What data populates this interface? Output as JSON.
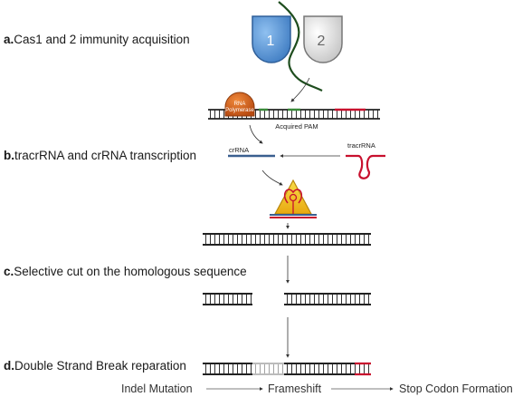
{
  "steps": [
    {
      "letter": "a.",
      "text": "Cas1 and 2 immunity acquisition"
    },
    {
      "letter": "b.",
      "text": "tracrRNA and crRNA transcription"
    },
    {
      "letter": "c.",
      "text": "Selective cut on the homologous sequence"
    },
    {
      "letter": "d.",
      "text": "Double Strand Break reparation"
    }
  ],
  "cas": {
    "one": "1",
    "two": "2"
  },
  "labels": {
    "rna_polymerase_line1": "RNA",
    "rna_polymerase_line2": "Polymerase",
    "acquired_pam": "Acquired PAM",
    "crrna": "crRNA",
    "tracrrna": "tracrRNA"
  },
  "outcome": {
    "indel": "Indel Mutation",
    "frameshift": "Frameshift",
    "stop": "Stop Codon Formation"
  },
  "colors": {
    "cas1": "#5b95d6",
    "cas2": "#d7d7d7",
    "phage_dna": "#1e4d1e",
    "polymerase": "#d9621a",
    "spacer_red": "#c8102e",
    "spacer_green": "#3a8a3a",
    "crrna_blue": "#3a5f8f",
    "cas9_yellow": "#f2c21a"
  }
}
